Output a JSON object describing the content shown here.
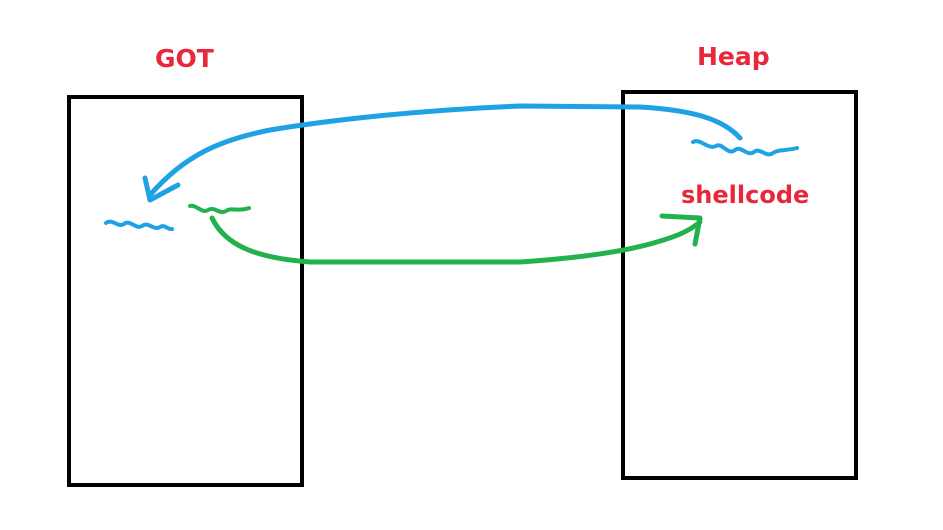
{
  "diagram": {
    "got": {
      "title": "GOT"
    },
    "heap": {
      "title": "Heap",
      "payload_label": "shellcode"
    },
    "colors": {
      "label_red": "#e8283a",
      "box_border": "#000000",
      "overwrite_arrow": "#1ea2e3",
      "jump_arrow": "#22b14c"
    }
  }
}
